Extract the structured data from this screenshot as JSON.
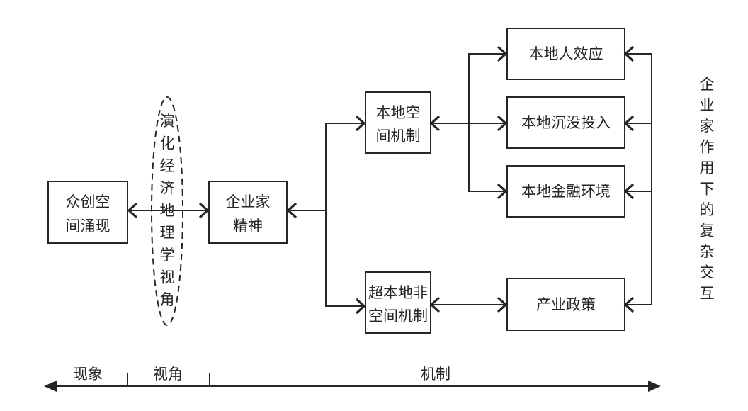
{
  "diagram": {
    "nodes": {
      "phenomenon": [
        "众创空",
        "间涌现"
      ],
      "perspective": "演化经济地理学视角",
      "entrepreneur": [
        "企业家",
        "精神"
      ],
      "local_spatial": [
        "本地空",
        "间机制"
      ],
      "nonlocal": [
        "超本地非",
        "空间机制"
      ],
      "local_people": "本地人效应",
      "sunk_investment": "本地沉没投入",
      "finance": "本地金融环境",
      "policy": "产业政策",
      "interaction": "企业家作用下的复杂交互"
    },
    "edges": [
      {
        "from": "phenomenon",
        "to": "entrepreneur",
        "type": "bidirectional"
      },
      {
        "from": "entrepreneur",
        "to": "local_spatial",
        "type": "directed-back-to-entrepreneur"
      },
      {
        "from": "entrepreneur",
        "to": "nonlocal",
        "type": "directed-back-to-entrepreneur"
      },
      {
        "from": "local_spatial",
        "to": "local_people",
        "type": "bidirectional"
      },
      {
        "from": "local_spatial",
        "to": "sunk_investment",
        "type": "bidirectional"
      },
      {
        "from": "local_spatial",
        "to": "finance",
        "type": "bidirectional"
      },
      {
        "from": "nonlocal",
        "to": "policy",
        "type": "bidirectional"
      },
      {
        "from": "interaction",
        "to": "local_people",
        "type": "directed"
      },
      {
        "from": "interaction",
        "to": "sunk_investment",
        "type": "directed"
      },
      {
        "from": "interaction",
        "to": "finance",
        "type": "directed"
      },
      {
        "from": "interaction",
        "to": "policy",
        "type": "directed"
      }
    ],
    "axis": {
      "labels": [
        "现象",
        "视角",
        "机制"
      ]
    }
  }
}
